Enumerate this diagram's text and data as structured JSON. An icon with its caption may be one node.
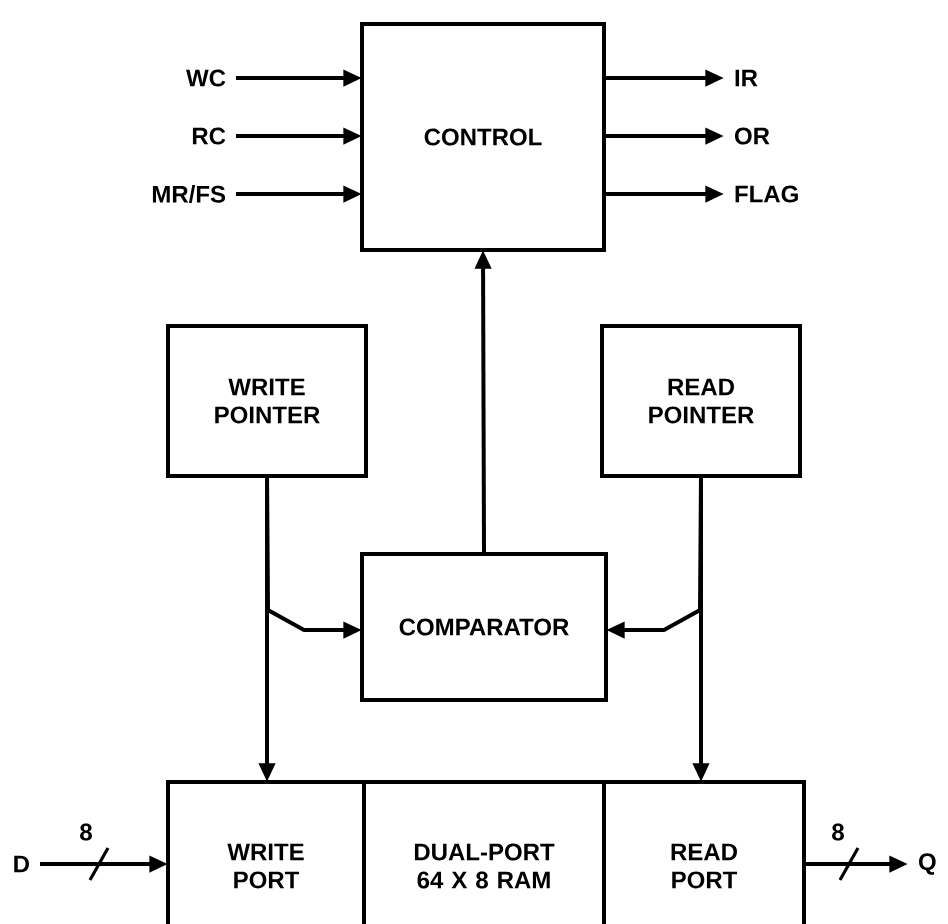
{
  "diagram": {
    "nodes": [
      {
        "text": [
          "WC"
        ]
      },
      {
        "text": [
          "RC"
        ]
      },
      {
        "text": [
          "MR/FS"
        ]
      },
      {
        "text": [
          "CONTROL"
        ]
      },
      {
        "text": [
          "IR"
        ]
      },
      {
        "text": [
          "OR"
        ]
      },
      {
        "text": [
          "FLAG"
        ]
      },
      {
        "text": [
          "WRITE POINTER"
        ]
      },
      {
        "text": [
          "READ POINTER"
        ]
      },
      {
        "text": [
          "COMPARATOR"
        ]
      },
      {
        "text": [
          "D"
        ]
      },
      {
        "text": [
          "WRITE PORT"
        ]
      },
      {
        "text": [
          "DUAL-PORT 64 X 8 RAM"
        ]
      },
      {
        "text": [
          "READ PORT"
        ]
      },
      {
        "text": [
          "Q"
        ]
      }
    ],
    "edges": [
      {
        "from": 0,
        "to": 3,
        "arrow": "to"
      },
      {
        "from": 1,
        "to": 3,
        "arrow": "to"
      },
      {
        "from": 2,
        "to": 3,
        "arrow": "to"
      },
      {
        "from": 3,
        "to": 4,
        "arrow": "to"
      },
      {
        "from": 3,
        "to": 5,
        "arrow": "to"
      },
      {
        "from": 3,
        "to": 6,
        "arrow": "to"
      },
      {
        "from": 9,
        "to": 3,
        "arrow": "to"
      },
      {
        "from": 7,
        "to": 11,
        "arrow": "to"
      },
      {
        "from": 7,
        "to": 9,
        "arrow": "to"
      },
      {
        "from": 8,
        "to": 13,
        "arrow": "to"
      },
      {
        "from": 8,
        "to": 9,
        "arrow": "to"
      },
      {
        "from": 10,
        "to": 11,
        "arrow": "to",
        "label": "8"
      },
      {
        "from": 13,
        "to": 14,
        "arrow": "to",
        "label": "8"
      }
    ]
  }
}
